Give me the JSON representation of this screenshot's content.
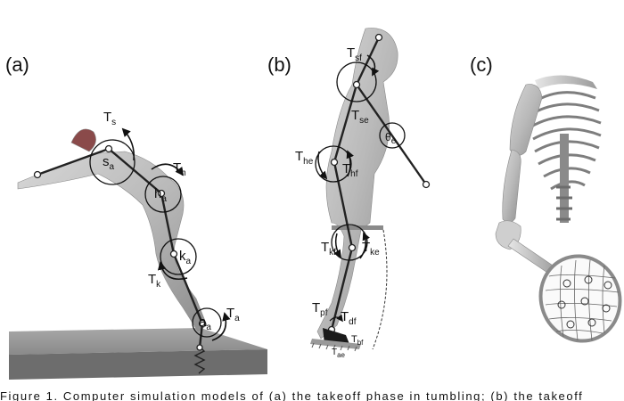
{
  "panels": {
    "a": {
      "letter": "(a)",
      "labels": [
        {
          "main": "T",
          "sub": "s"
        },
        {
          "main": "T",
          "sub": "h"
        },
        {
          "main": "T",
          "sub": "k"
        },
        {
          "main": "T",
          "sub": "a"
        },
        {
          "main": "s",
          "sub": "a"
        },
        {
          "main": "h",
          "sub": "a"
        },
        {
          "main": "k",
          "sub": "a"
        },
        {
          "main": "a",
          "sub": "a"
        }
      ]
    },
    "b": {
      "letter": "(b)",
      "labels": [
        {
          "main": "T",
          "sub": "sf"
        },
        {
          "main": "T",
          "sub": "se"
        },
        {
          "main": "θ",
          "sub": "e"
        },
        {
          "main": "T",
          "sub": "he"
        },
        {
          "main": "T",
          "sub": "hf"
        },
        {
          "main": "T",
          "sub": "kf"
        },
        {
          "main": "T",
          "sub": "ke"
        },
        {
          "main": "T",
          "sub": "pf"
        },
        {
          "main": "T",
          "sub": "df"
        },
        {
          "main": "T",
          "sub": "bf"
        },
        {
          "main": "T",
          "sub": "ae"
        }
      ]
    },
    "c": {
      "letter": "(c)"
    }
  },
  "caption": "Figure 1. Computer simulation models of (a) the takeoff phase in tumbling; (b) the takeoff"
}
